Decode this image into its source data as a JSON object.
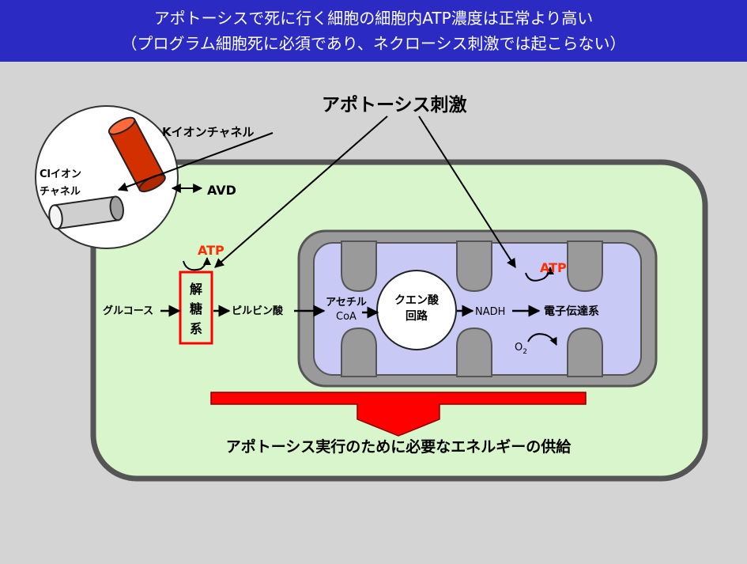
{
  "header": {
    "title_line1": "アポトーシスで死に行く細胞の細胞内ATP濃度は正常より高い",
    "title_line2": "（プログラム細胞死に必須であり、ネクローシス刺激では起こらない）"
  },
  "diagram": {
    "stimulus": "アポトーシス刺激",
    "k_channel": "Kイオンチャネル",
    "cl_channel_line1": "Clイオン",
    "cl_channel_line2": "チャネル",
    "avd": "AVD",
    "atp_cytosol": "ATP",
    "glucose": "グルコース",
    "glycolysis": [
      "解",
      "糖",
      "系"
    ],
    "pyruvate": "ピルビン酸",
    "acetyl_line1": "アセチル",
    "acetyl_line2": "CoA",
    "citric_line1": "クエン酸",
    "citric_line2": "回路",
    "nadh": "NADH",
    "etc": "電子伝達系",
    "atp_mito": "ATP",
    "o2": "O",
    "o2_sub": "2",
    "supply": "アポトーシス実行のために必要なエネルギーの供給"
  },
  "colors": {
    "header_bg": "#2b2bc4",
    "background": "#d4d4d4",
    "cell_fill": "#d9f5cc",
    "mito_outer": "#9a9a9a",
    "mito_inner": "#c9c9f5",
    "atp_red": "#ff2d00",
    "glycolysis_box": "#ff0000",
    "k_channel": "#d33000",
    "supply_arrow": "#ff0000"
  }
}
